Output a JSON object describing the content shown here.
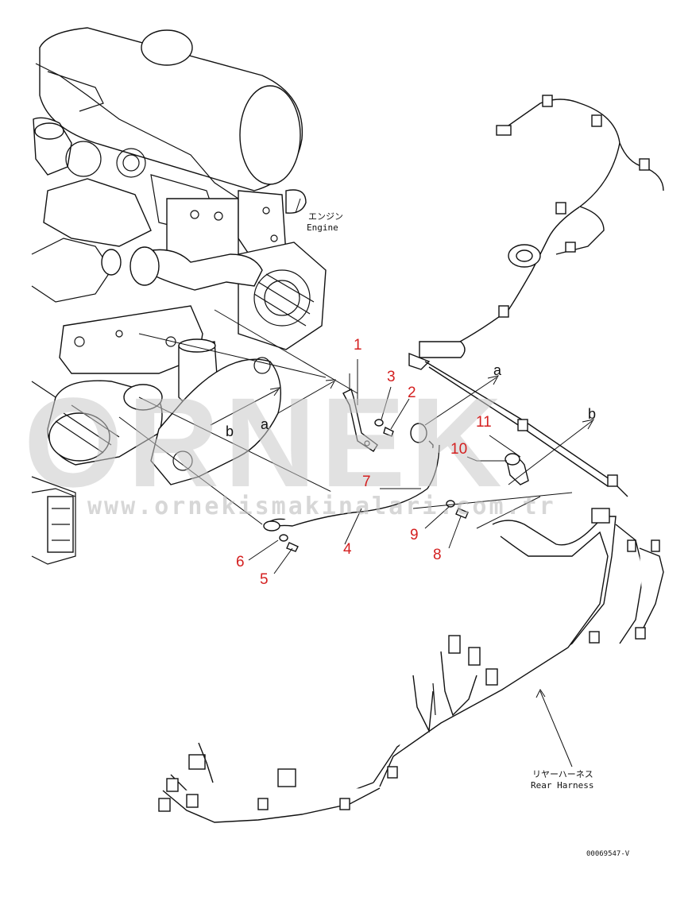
{
  "labels": {
    "engine_jp": "エンジン",
    "engine_en": "Engine",
    "harness_jp": "リヤーハーネス",
    "harness_en": "Rear Harness",
    "drawing_id": "00069547-V"
  },
  "view_letters": {
    "a_left": "a",
    "b_left": "b",
    "a_right": "a",
    "b_right": "b"
  },
  "part_numbers": [
    "1",
    "2",
    "3",
    "4",
    "5",
    "6",
    "7",
    "8",
    "9",
    "10",
    "11"
  ],
  "watermark": {
    "brand": "ORNEK",
    "url": "www.ornekismakinalari.com.tr"
  },
  "colors": {
    "part_number": "#d42020",
    "line": "#111111",
    "watermark": "#c9c9c9"
  }
}
